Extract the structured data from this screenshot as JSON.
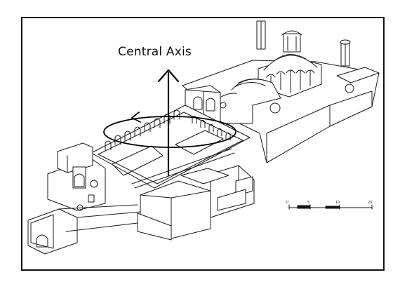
{
  "figure": {
    "axis_label": "Central Axis",
    "scale_labels": [
      "0",
      "5",
      "10",
      "20"
    ]
  }
}
